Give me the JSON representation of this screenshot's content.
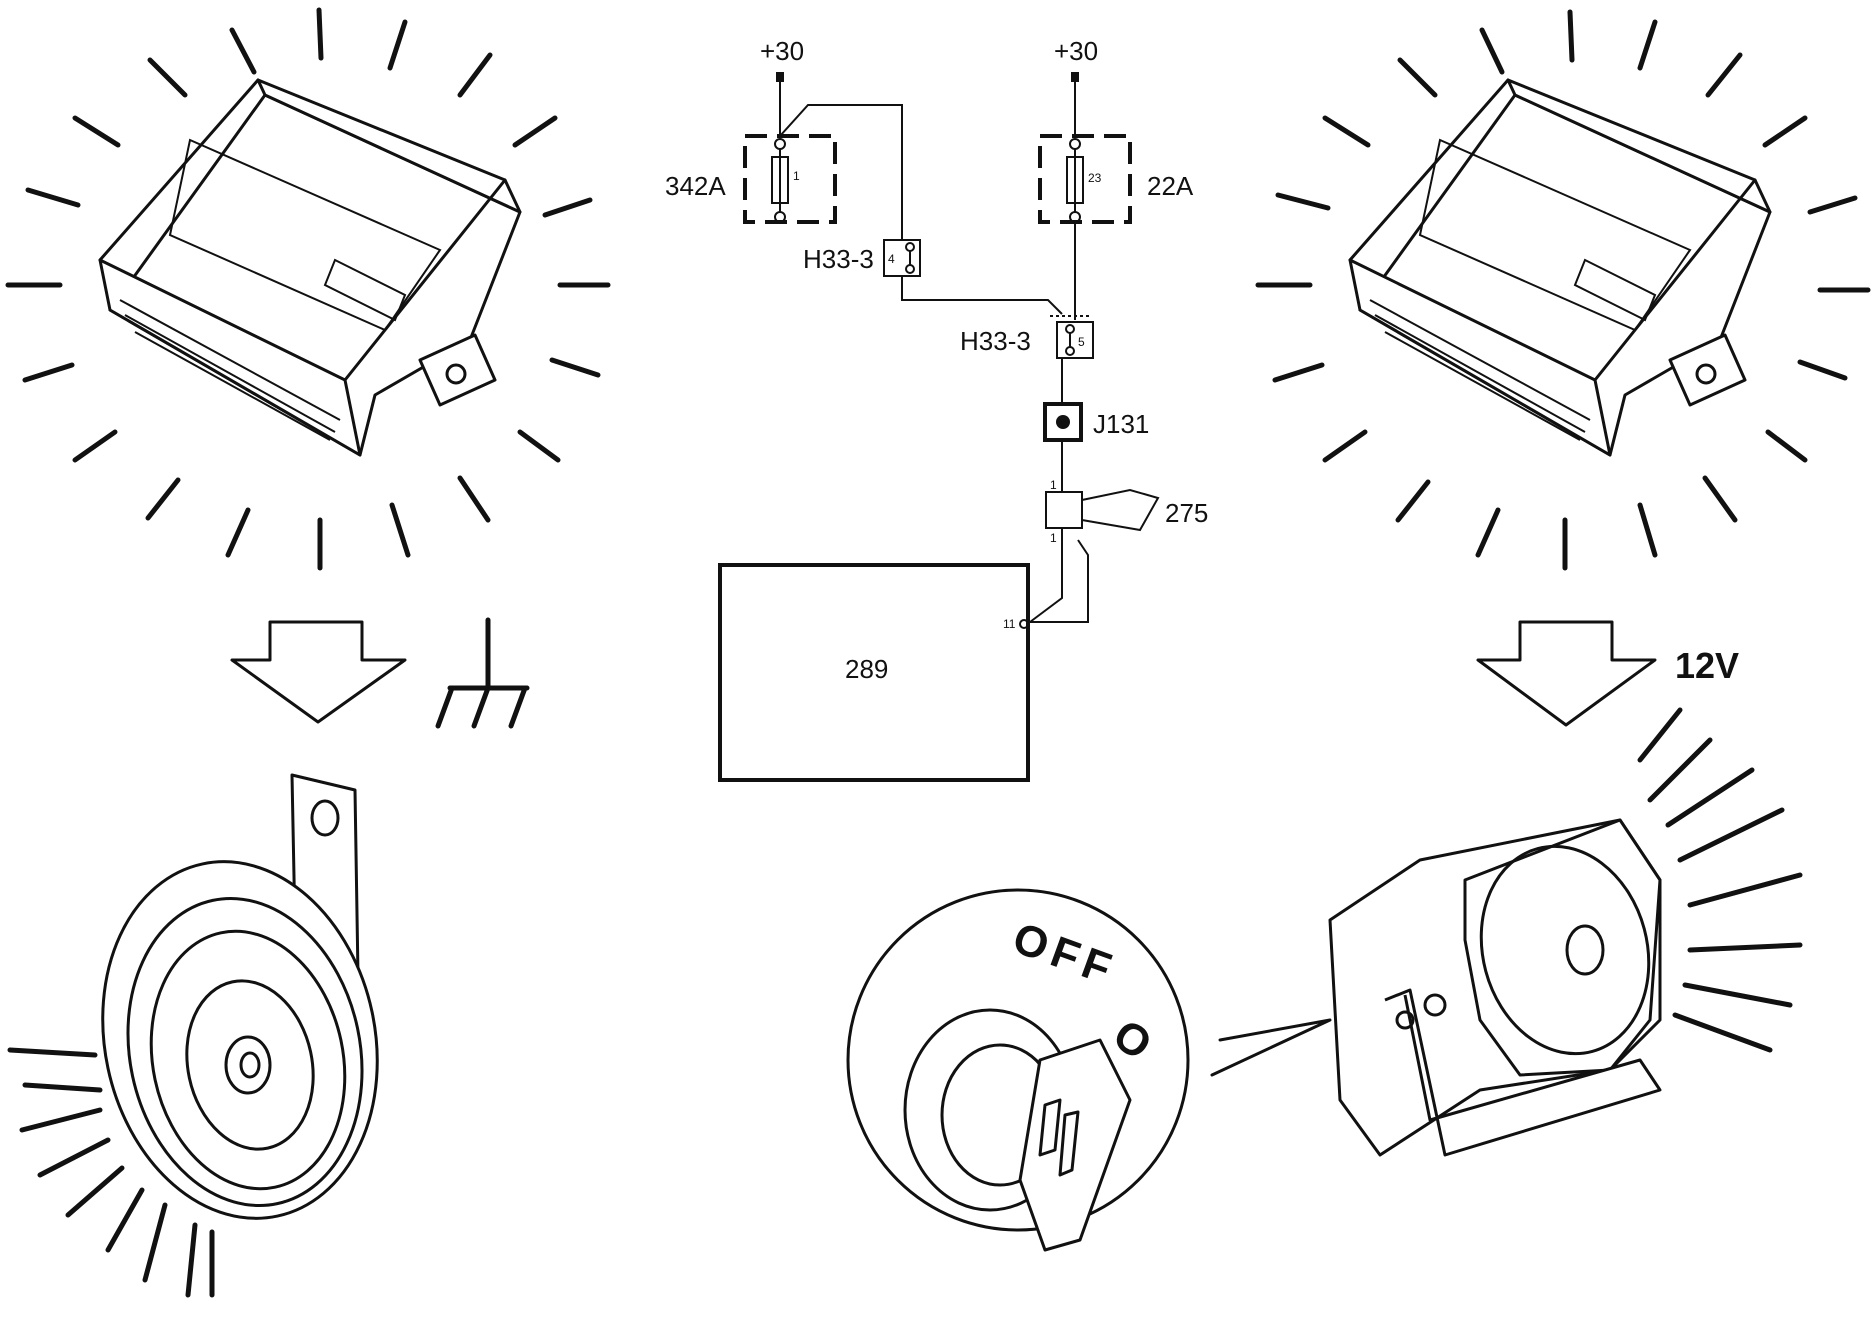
{
  "diagram": {
    "supply_left": "+30",
    "supply_right": "+30",
    "fuse_left": {
      "label": "342A",
      "number": "1"
    },
    "fuse_right": {
      "label": "22A",
      "number": "23"
    },
    "connector_a": {
      "label": "H33-3",
      "pin": "4"
    },
    "connector_b": {
      "label": "H33-3",
      "pin": "5"
    },
    "junction": "J131",
    "horn_ref": "275",
    "horn_pin_top": "1",
    "horn_pin_bottom": "1",
    "module": {
      "label": "289",
      "pin": "11"
    },
    "ground_path_symbol": "ground-symbol",
    "voltage_label": "12V",
    "key_switch_text": "OFF",
    "key_switch_second_text": "O"
  }
}
